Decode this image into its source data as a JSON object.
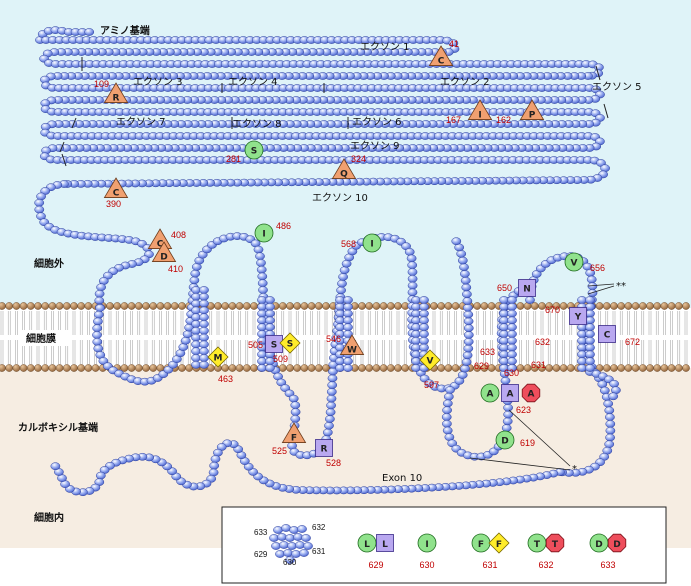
{
  "labels": {
    "n_term": "アミノ基端",
    "c_term": "カルボキシル基端",
    "extracellular": "細胞外",
    "membrane": "細胞膜",
    "intracellular": "細胞内",
    "double_asterisk": "**",
    "asterisk": "*"
  },
  "exons": {
    "e1": "エクソン 1",
    "e2": "エクソン 2",
    "e3": "エクソン 3",
    "e4": "エクソン 4",
    "e5": "エクソン 5",
    "e6": "エクソン 6",
    "e7": "エクソン 7",
    "e8": "エクソン 8",
    "e9": "エクソン 9",
    "e10": "エクソン 10",
    "e10_en": "Exon 10"
  },
  "markers": [
    {
      "id": "c41",
      "shape": "triangle",
      "letter": "C",
      "number": "41"
    },
    {
      "id": "r109",
      "shape": "triangle",
      "letter": "R",
      "number": "109"
    },
    {
      "id": "i167",
      "shape": "triangle",
      "letter": "I",
      "number": "167"
    },
    {
      "id": "p162",
      "shape": "triangle",
      "letter": "P",
      "number": "162"
    },
    {
      "id": "s281",
      "shape": "circle",
      "letter": "S",
      "number": "281"
    },
    {
      "id": "q324",
      "shape": "triangle",
      "letter": "Q",
      "number": "324"
    },
    {
      "id": "c390",
      "shape": "triangle",
      "letter": "C",
      "number": "390"
    },
    {
      "id": "c408",
      "shape": "triangle",
      "letter": "C",
      "number": "408"
    },
    {
      "id": "d410",
      "shape": "triangle",
      "letter": "D",
      "number": "410"
    },
    {
      "id": "i486",
      "shape": "circle",
      "letter": "I",
      "number": "486"
    },
    {
      "id": "i568",
      "shape": "circle",
      "letter": "I",
      "number": "568"
    },
    {
      "id": "v656",
      "shape": "circle",
      "letter": "V",
      "number": "656"
    },
    {
      "id": "n650",
      "shape": "square",
      "letter": "N",
      "number": "650"
    },
    {
      "id": "y670",
      "shape": "square",
      "letter": "Y",
      "number": "670"
    },
    {
      "id": "c672",
      "shape": "square",
      "letter": "C",
      "number": "672"
    },
    {
      "id": "m463",
      "shape": "diamond",
      "letter": "M",
      "number": "463"
    },
    {
      "id": "s505",
      "shape": "square",
      "letter": "S",
      "number": "505"
    },
    {
      "id": "s509",
      "shape": "diamond",
      "letter": "S",
      "number": "509"
    },
    {
      "id": "w546",
      "shape": "triangle",
      "letter": "W",
      "number": "546"
    },
    {
      "id": "v597",
      "shape": "diamond",
      "letter": "V",
      "number": "597"
    },
    {
      "id": "f525",
      "shape": "triangle",
      "letter": "F",
      "number": "525"
    },
    {
      "id": "r528",
      "shape": "square",
      "letter": "R",
      "number": "528"
    },
    {
      "id": "a623g",
      "shape": "circle",
      "letter": "A",
      "number": ""
    },
    {
      "id": "a623s",
      "shape": "square",
      "letter": "A",
      "number": ""
    },
    {
      "id": "a623o",
      "shape": "octagon",
      "letter": "A",
      "number": "623"
    },
    {
      "id": "d619",
      "shape": "circle",
      "letter": "D",
      "number": "619"
    }
  ],
  "helix_numbers": [
    "633",
    "629",
    "630",
    "631",
    "632"
  ],
  "legend": {
    "cluster_numbers": [
      "633",
      "632",
      "629",
      "631",
      "630"
    ],
    "items": [
      {
        "letters": [
          "L",
          "L"
        ],
        "number": "629"
      },
      {
        "letters": [
          "I"
        ],
        "number": "630"
      },
      {
        "letters": [
          "F",
          "F"
        ],
        "number": "631"
      },
      {
        "letters": [
          "T",
          "T"
        ],
        "number": "632"
      },
      {
        "letters": [
          "D",
          "D"
        ],
        "number": "633"
      }
    ]
  },
  "colors": {
    "extracellular_bg": "#dff3f8",
    "intracellular_bg": "#f6ede2",
    "bead": "#6f88e6",
    "triangle": "#f0a070",
    "circle": "#90e28c",
    "square": "#b9a8f0",
    "diamond": "#ffec2a",
    "octagon": "#ee4e5c",
    "lipid_head": "#b07a48",
    "number": "#c00000"
  }
}
